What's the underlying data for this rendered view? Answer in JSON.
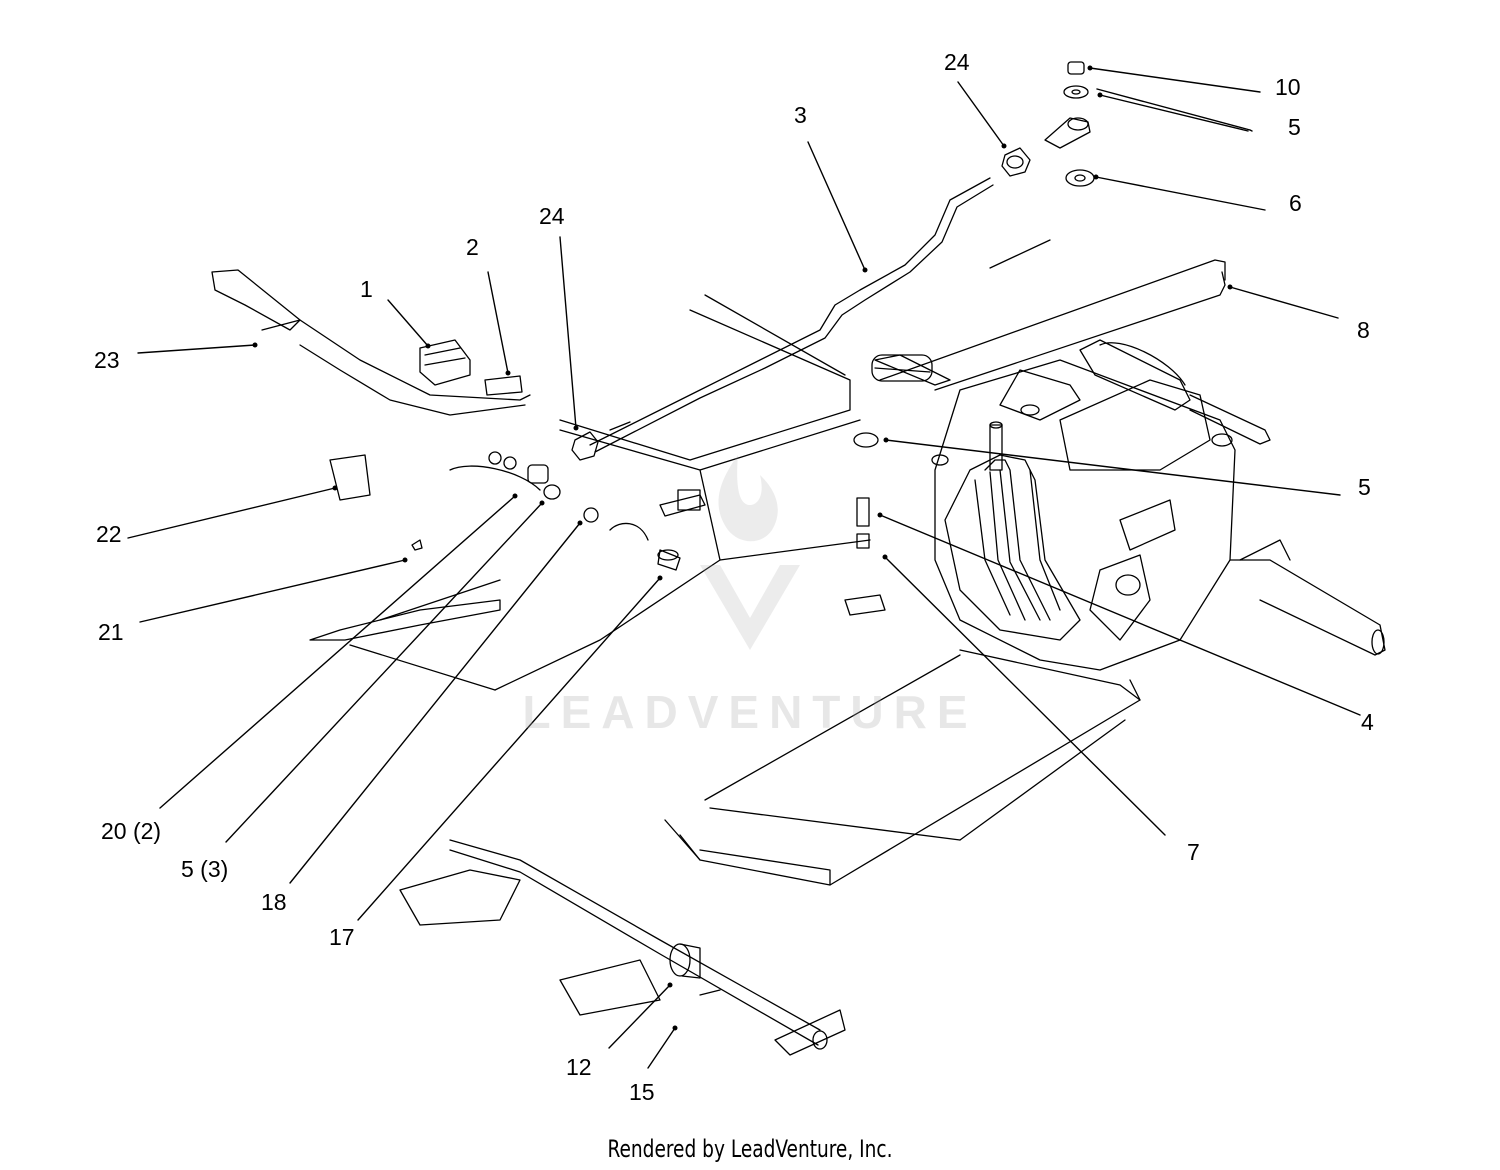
{
  "diagram": {
    "callouts": [
      {
        "id": "c1",
        "text": "1"
      },
      {
        "id": "c2",
        "text": "2"
      },
      {
        "id": "c3",
        "text": "3"
      },
      {
        "id": "c4",
        "text": "4"
      },
      {
        "id": "c5a",
        "text": "5"
      },
      {
        "id": "c5b",
        "text": "5"
      },
      {
        "id": "c5c",
        "text": "5 (3)"
      },
      {
        "id": "c6",
        "text": "6"
      },
      {
        "id": "c7",
        "text": "7"
      },
      {
        "id": "c8",
        "text": "8"
      },
      {
        "id": "c10",
        "text": "10"
      },
      {
        "id": "c12",
        "text": "12"
      },
      {
        "id": "c15",
        "text": "15"
      },
      {
        "id": "c17",
        "text": "17"
      },
      {
        "id": "c18",
        "text": "18"
      },
      {
        "id": "c20",
        "text": "20 (2)"
      },
      {
        "id": "c21",
        "text": "21"
      },
      {
        "id": "c22",
        "text": "22"
      },
      {
        "id": "c23",
        "text": "23"
      },
      {
        "id": "c24a",
        "text": "24"
      },
      {
        "id": "c24b",
        "text": "24"
      }
    ]
  },
  "watermark": {
    "text": "LEADVENTURE",
    "logo": "leadventure-flame-v-logo"
  },
  "footer": {
    "text": "Rendered by LeadVenture, Inc."
  }
}
